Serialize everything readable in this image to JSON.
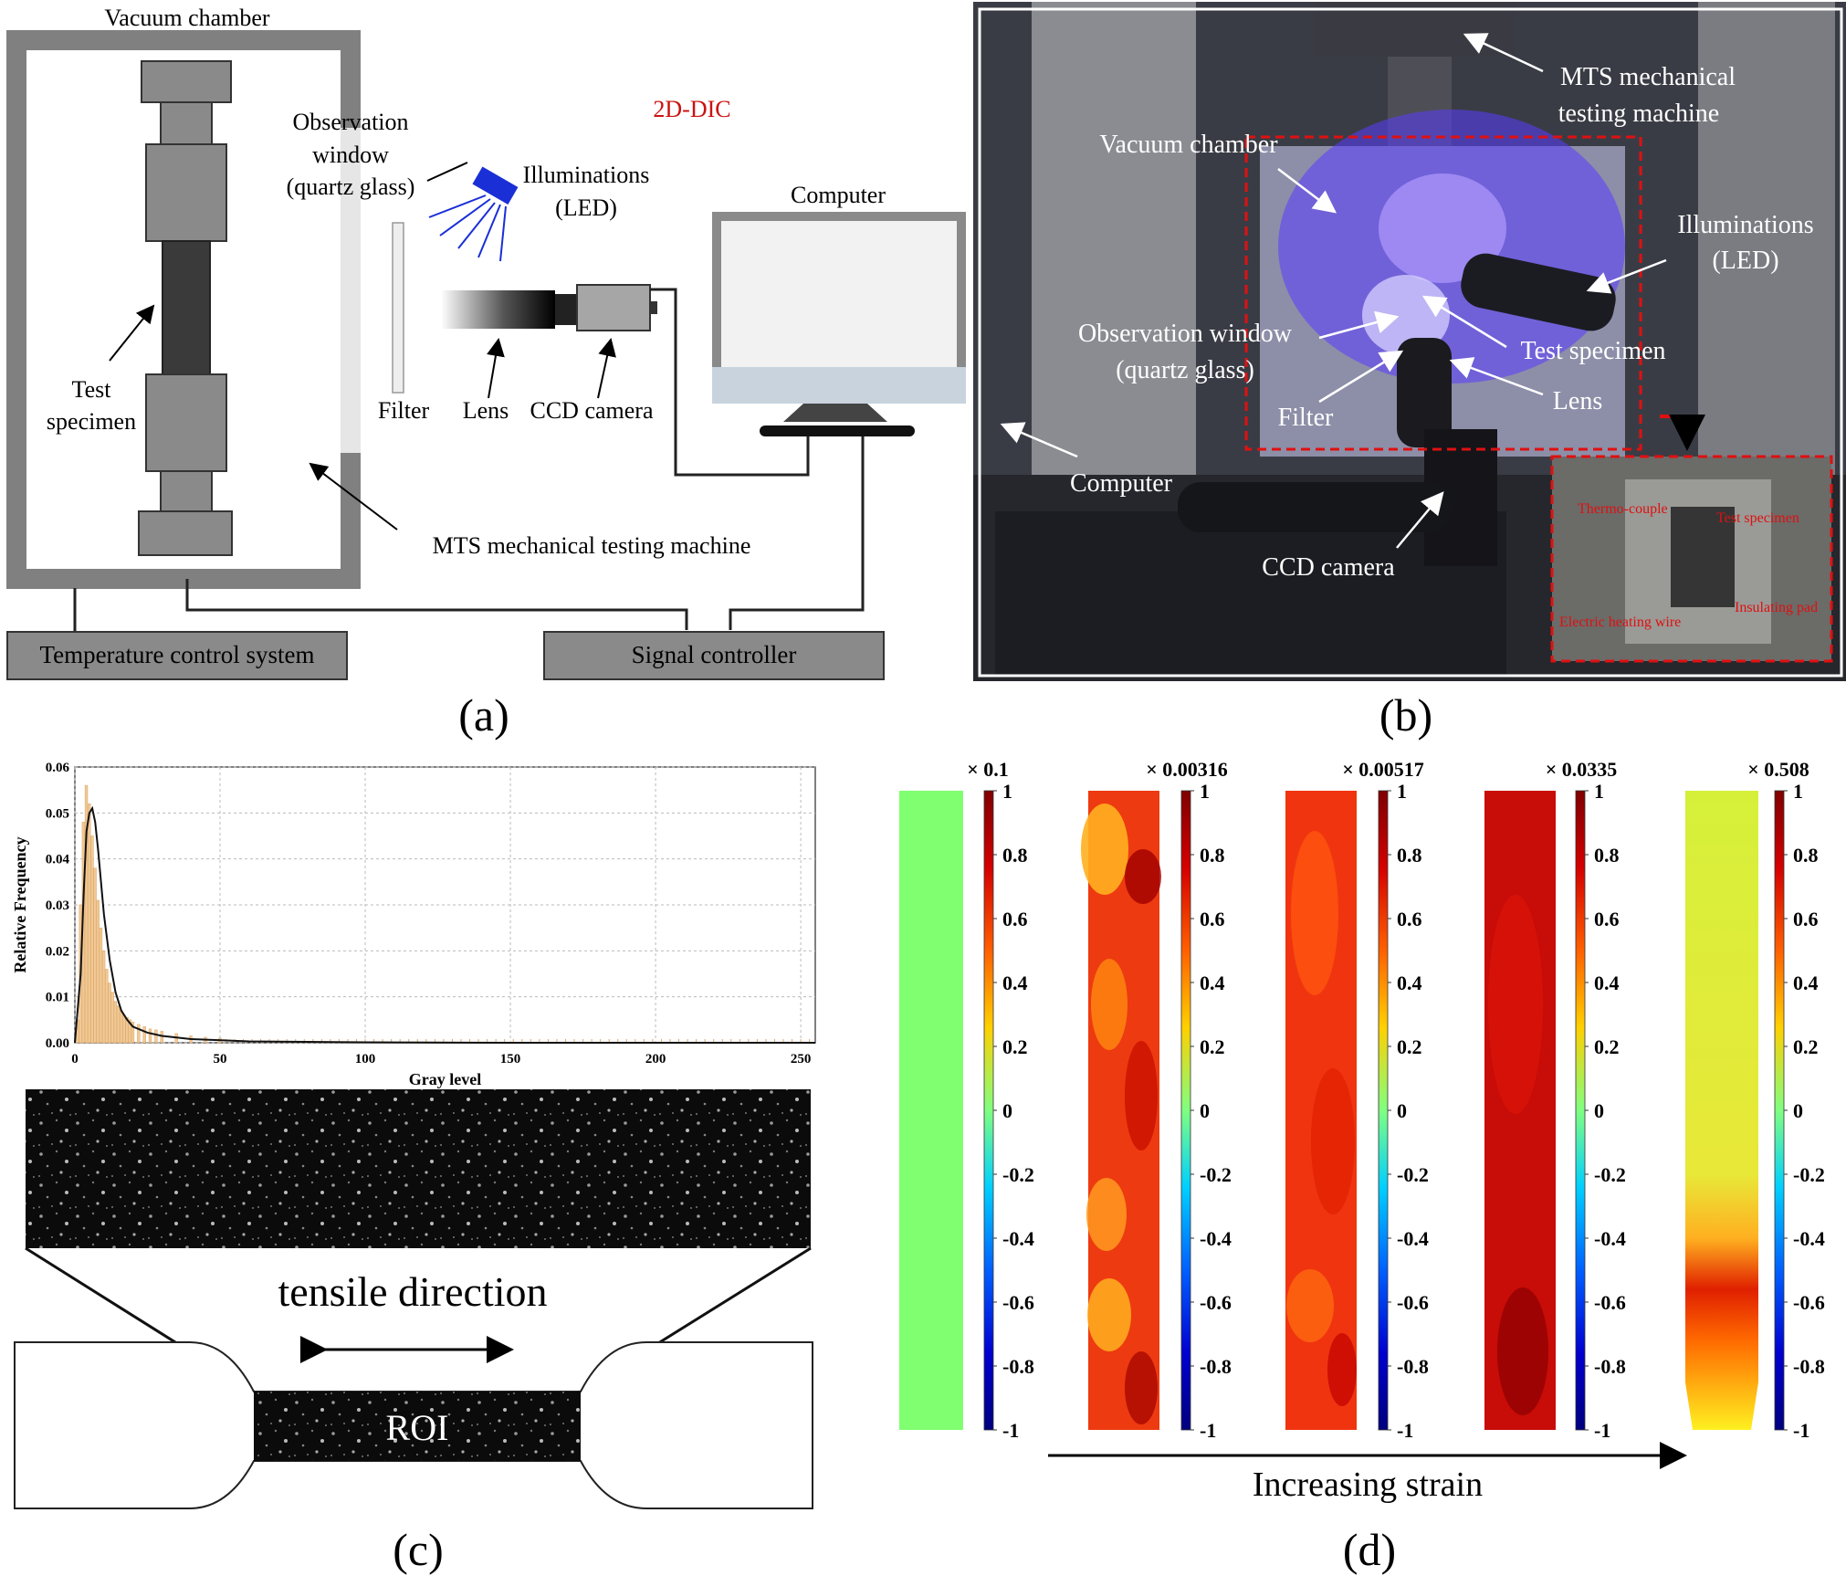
{
  "panel_a": {
    "caption": "(a)",
    "labels": {
      "vacuum_chamber": "Vacuum chamber",
      "observation_window_1": "Observation",
      "observation_window_2": "window",
      "observation_window_3": "(quartz glass)",
      "dic": "2D-DIC",
      "illuminations_1": "Illuminations",
      "illuminations_2": "(LED)",
      "computer": "Computer",
      "test_specimen_1": "Test",
      "test_specimen_2": "specimen",
      "filter": "Filter",
      "lens": "Lens",
      "ccd_camera": "CCD camera",
      "mts": "MTS mechanical testing machine",
      "temperature_control": "Temperature control system",
      "signal_controller": "Signal controller"
    }
  },
  "panel_b": {
    "caption": "(b)",
    "labels": {
      "mts_1": "MTS mechanical",
      "mts_2": "testing machine",
      "vacuum_chamber": "Vacuum chamber",
      "illuminations_1": "Illuminations",
      "illuminations_2": "(LED)",
      "observation_window_1": "Observation window",
      "observation_window_2": "(quartz glass)",
      "test_specimen": "Test specimen",
      "lens": "Lens",
      "filter": "Filter",
      "computer": "Computer",
      "ccd_camera": "CCD camera",
      "inset_thermocouple": "Thermo-couple",
      "inset_test_specimen": "Test specimen",
      "inset_insulating_pad": "Insulating pad",
      "inset_heating_wire": "Electric heating wire"
    }
  },
  "panel_c": {
    "caption": "(c)",
    "tensile_direction": "tensile direction",
    "roi": "ROI"
  },
  "panel_d": {
    "caption": "(d)",
    "increasing_strain": "Increasing strain",
    "multipliers": [
      "× 0.1",
      "× 0.00316",
      "× 0.00517",
      "× 0.0335",
      "× 0.508"
    ],
    "colorbar_ticks": [
      "1",
      "0.8",
      "0.6",
      "0.4",
      "0.2",
      "0",
      "-0.2",
      "-0.4",
      "-0.6",
      "-0.8",
      "-1"
    ]
  },
  "chart_data": {
    "type": "bar",
    "title": "",
    "xlabel": "Gray level",
    "ylabel": "Relative Frequency",
    "xlim": [
      0,
      255
    ],
    "ylim": [
      0,
      0.06
    ],
    "x_ticks": [
      "0",
      "50",
      "100",
      "150",
      "200",
      "250"
    ],
    "y_ticks": [
      "0.00",
      "0.01",
      "0.02",
      "0.03",
      "0.04",
      "0.05",
      "0.06"
    ],
    "grid": true,
    "bar_color": "#f2c894",
    "fit_line_color": "#111111",
    "series": [
      {
        "type": "bar",
        "x": [
          1,
          2,
          3,
          4,
          5,
          6,
          7,
          8,
          9,
          10,
          11,
          12,
          13,
          14,
          15,
          16,
          17,
          18,
          19,
          20,
          22,
          24,
          26,
          28,
          30,
          35,
          40,
          45,
          50
        ],
        "values": [
          0.005,
          0.03,
          0.048,
          0.056,
          0.052,
          0.045,
          0.038,
          0.031,
          0.025,
          0.02,
          0.016,
          0.013,
          0.011,
          0.009,
          0.008,
          0.007,
          0.006,
          0.0055,
          0.005,
          0.0045,
          0.004,
          0.0035,
          0.003,
          0.0028,
          0.0025,
          0.002,
          0.0015,
          0.0012,
          0.001
        ]
      },
      {
        "type": "line",
        "x": [
          0,
          2,
          3,
          4,
          5,
          6,
          7,
          8,
          9,
          10,
          12,
          14,
          16,
          18,
          20,
          25,
          30,
          40,
          60,
          100,
          150,
          200,
          255
        ],
        "values": [
          0.0,
          0.015,
          0.032,
          0.046,
          0.05,
          0.051,
          0.048,
          0.042,
          0.035,
          0.028,
          0.018,
          0.011,
          0.007,
          0.005,
          0.0035,
          0.0022,
          0.0015,
          0.0008,
          0.0003,
          0.0001,
          0.0,
          0.0,
          0.0
        ]
      }
    ]
  }
}
